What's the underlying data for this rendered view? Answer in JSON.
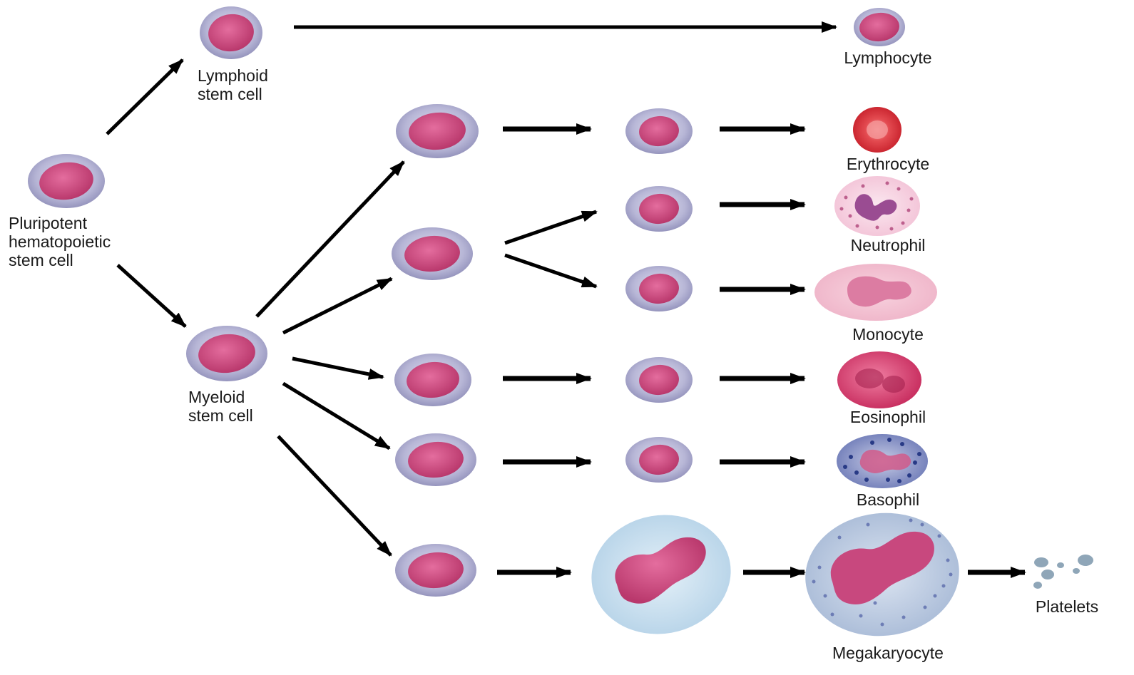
{
  "labels": {
    "pluripotent": [
      "Pluripotent",
      "hematopoietic",
      "stem cell"
    ],
    "lymphoid": [
      "Lymphoid",
      "stem cell"
    ],
    "myeloid": [
      "Myeloid",
      "stem cell"
    ],
    "lymphocyte": "Lymphocyte",
    "erythrocyte": "Erythrocyte",
    "neutrophil": "Neutrophil",
    "monocyte": "Monocyte",
    "eosinophil": "Eosinophil",
    "basophil": "Basophil",
    "megakaryocyte": "Megakaryocyte",
    "platelets": "Platelets"
  },
  "colors": {
    "arrow": "#000000",
    "cell_membrane": "#b9b8d8",
    "cell_nucleus": "#d0457e",
    "erythrocyte": "#e0323c",
    "eosinophil": "#d93a6a",
    "basophil": "#3d4f9e",
    "megakaryocyte_cytoplasm": "#bcd6ea",
    "platelet": "#8fa6b8"
  }
}
